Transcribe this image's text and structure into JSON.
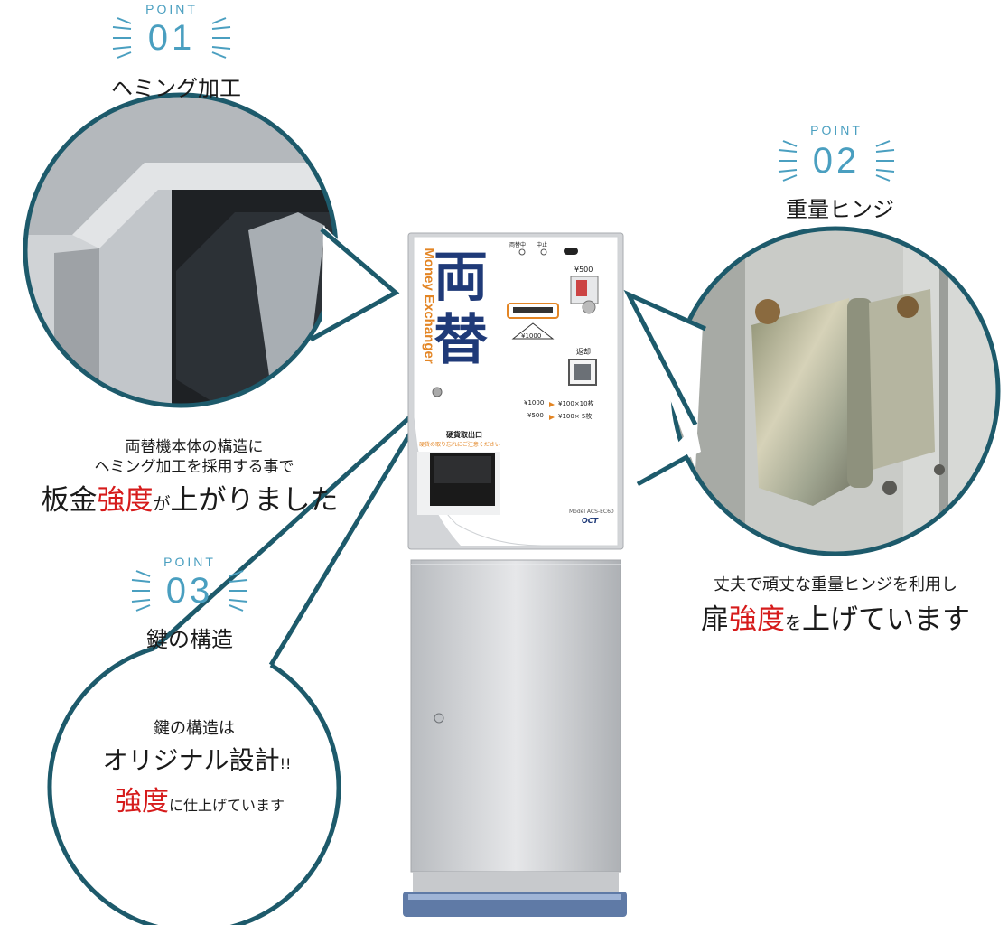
{
  "points": [
    {
      "label": "POINT",
      "number": "01",
      "title": "ヘミング加工"
    },
    {
      "label": "POINT",
      "number": "02",
      "title": "重量ヒンジ"
    },
    {
      "label": "POINT",
      "number": "03",
      "title": "鍵の構造"
    }
  ],
  "caption1": {
    "line1": "両替機本体の構造に",
    "line2": "ヘミング加工を採用する事で",
    "big_pre": "板金",
    "big_red": "強度",
    "big_small": "が",
    "big_post": "上がりました"
  },
  "caption2": {
    "line1": "丈夫で頑丈な重量ヒンジを利用し",
    "big_pre": "扉",
    "big_red": "強度",
    "big_small": "を",
    "big_post": "上げています"
  },
  "caption3": {
    "line1": "鍵の構造は",
    "line2": "オリジナル設計",
    "line2_suffix": "!!",
    "big_red": "強度",
    "tail": "に仕上げています"
  },
  "machine": {
    "kanji1": "両",
    "kanji2": "替",
    "vertical": "Money Exchanger",
    "led1": "両替中",
    "led2": "中止",
    "coin500": "¥500",
    "bill": "¥1000",
    "return": "返却",
    "rule1_left": "¥1000",
    "rule1_right": "¥100×10枚",
    "rule2_left": "¥500",
    "rule2_right": "¥100× 5枚",
    "outlet": "硬貨取出口",
    "outlet_note": "硬貨の取り忘れにご注意ください",
    "model": "Model ACS-EC60",
    "brand": "OCT"
  },
  "colors": {
    "teal": "#1d5a6b",
    "accent": "#4a9fc0",
    "red": "#d61b1b",
    "navy": "#1f3a78",
    "orange": "#e38524"
  }
}
